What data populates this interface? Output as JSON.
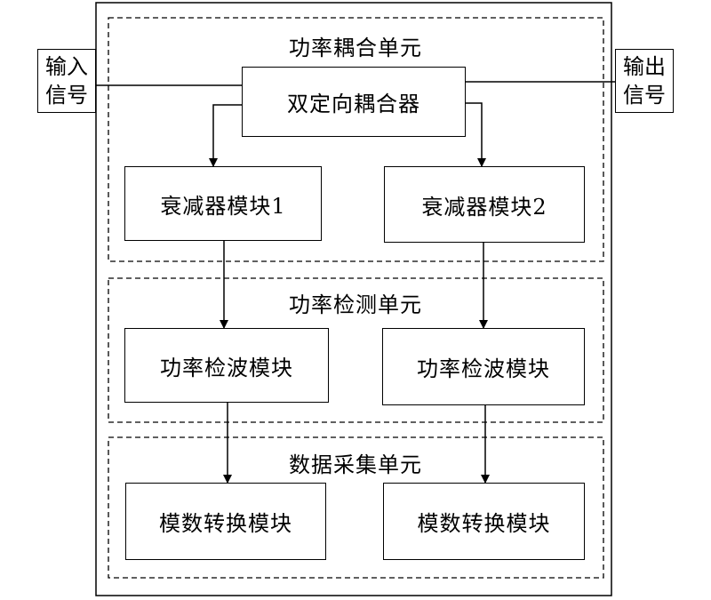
{
  "input_signal": {
    "line1": "输入",
    "line2": "信号"
  },
  "output_signal": {
    "line1": "输出",
    "line2": "信号"
  },
  "coupling_unit": {
    "title": "功率耦合单元",
    "coupler": "双定向耦合器",
    "attenuator_1": "衰减器模块1",
    "attenuator_2": "衰减器模块2"
  },
  "detection_unit": {
    "title": "功率检测单元",
    "detector_1": "功率检波模块",
    "detector_2": "功率检波模块"
  },
  "acquisition_unit": {
    "title": "数据采集单元",
    "adc_1": "模数转换模块",
    "adc_2": "模数转换模块"
  }
}
